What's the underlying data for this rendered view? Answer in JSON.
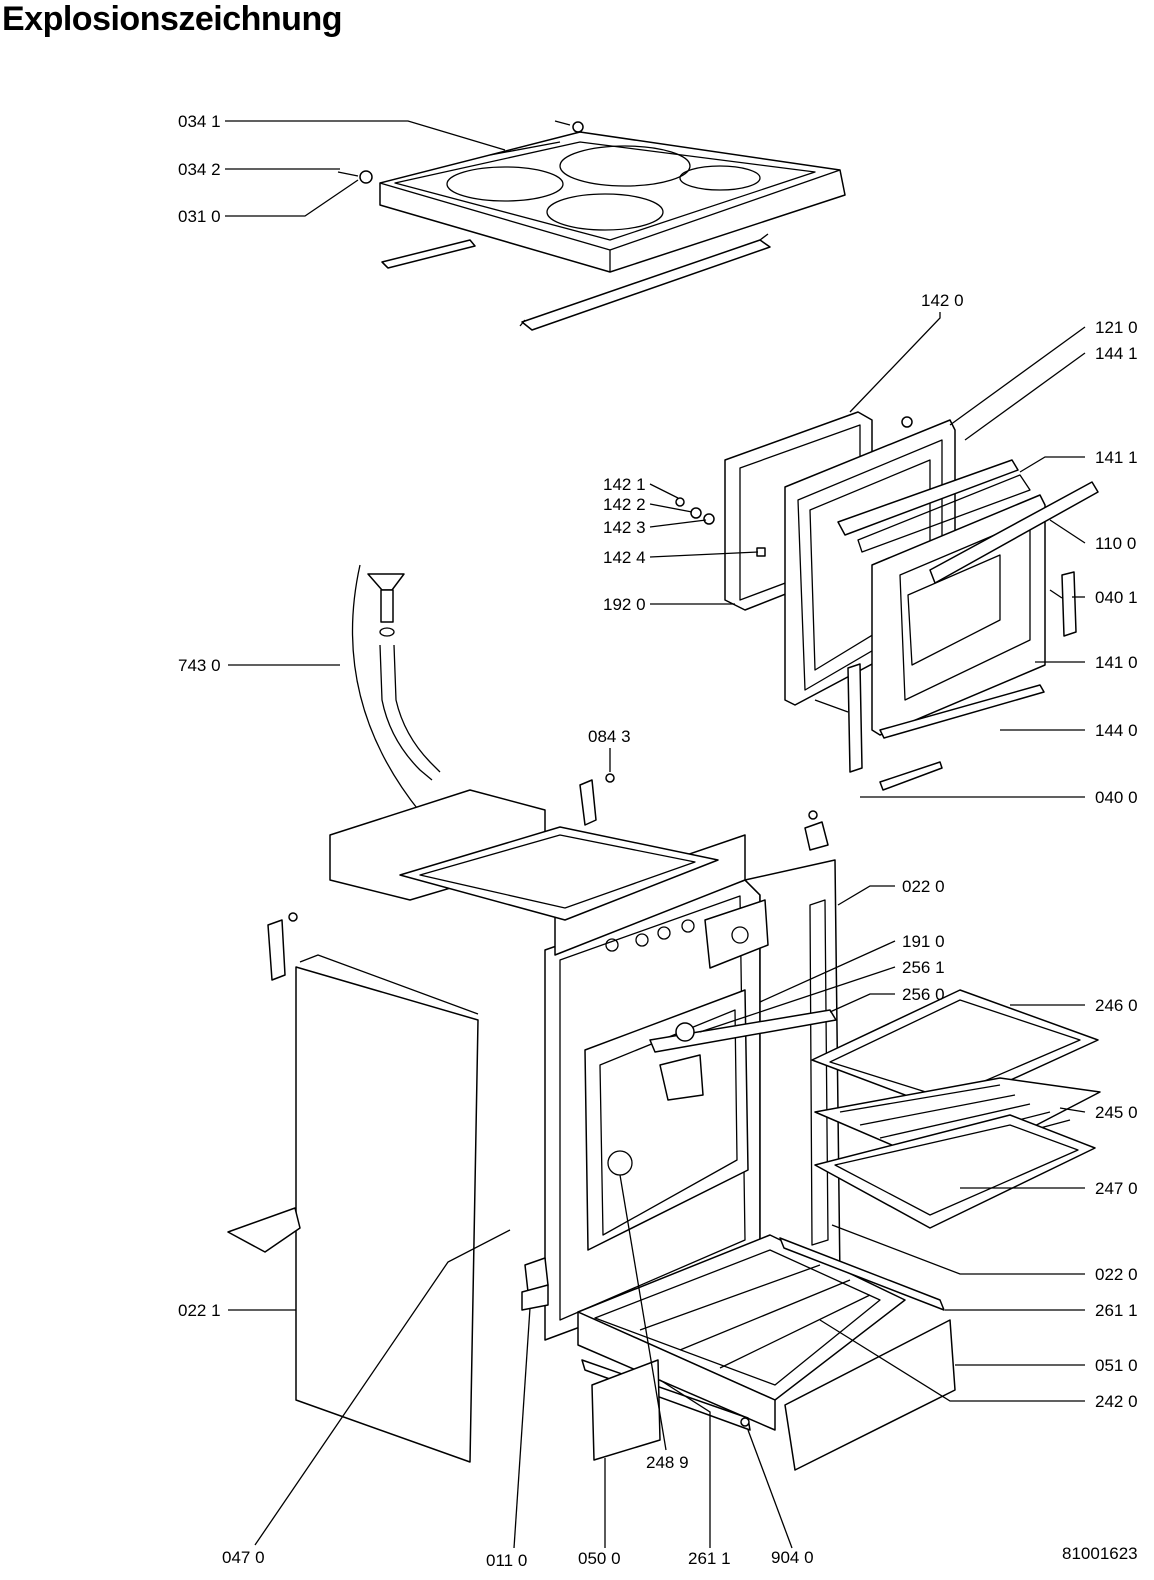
{
  "header": {
    "title": "Explosionszeichnung"
  },
  "footer": {
    "document_number": "81001623"
  },
  "callouts": {
    "c0341": "034 1",
    "c0342": "034 2",
    "c0310": "031 0",
    "c1420": "142 0",
    "c1210": "121 0",
    "c1441": "144 1",
    "c1411": "141 1",
    "c1421": "142 1",
    "c1422": "142 2",
    "c1423": "142 3",
    "c1424": "142 4",
    "c1100": "110 0",
    "c0401": "040 1",
    "c1920": "192 0",
    "c7430": "743 0",
    "c1410": "141 0",
    "c0843": "084 3",
    "c1440": "144 0",
    "c0400": "040 0",
    "c0220a": "022 0",
    "c1910": "191 0",
    "c2561": "256 1",
    "c2560": "256 0",
    "c2460": "246 0",
    "c2450": "245 0",
    "c2470": "247 0",
    "c0220b": "022 0",
    "c0221": "022 1",
    "c2611a": "261 1",
    "c0510": "051 0",
    "c2420": "242 0",
    "c2489": "248 9",
    "c0470": "047 0",
    "c0110": "011 0",
    "c0500": "050 0",
    "c2611b": "261 1",
    "c9040": "904 0"
  }
}
